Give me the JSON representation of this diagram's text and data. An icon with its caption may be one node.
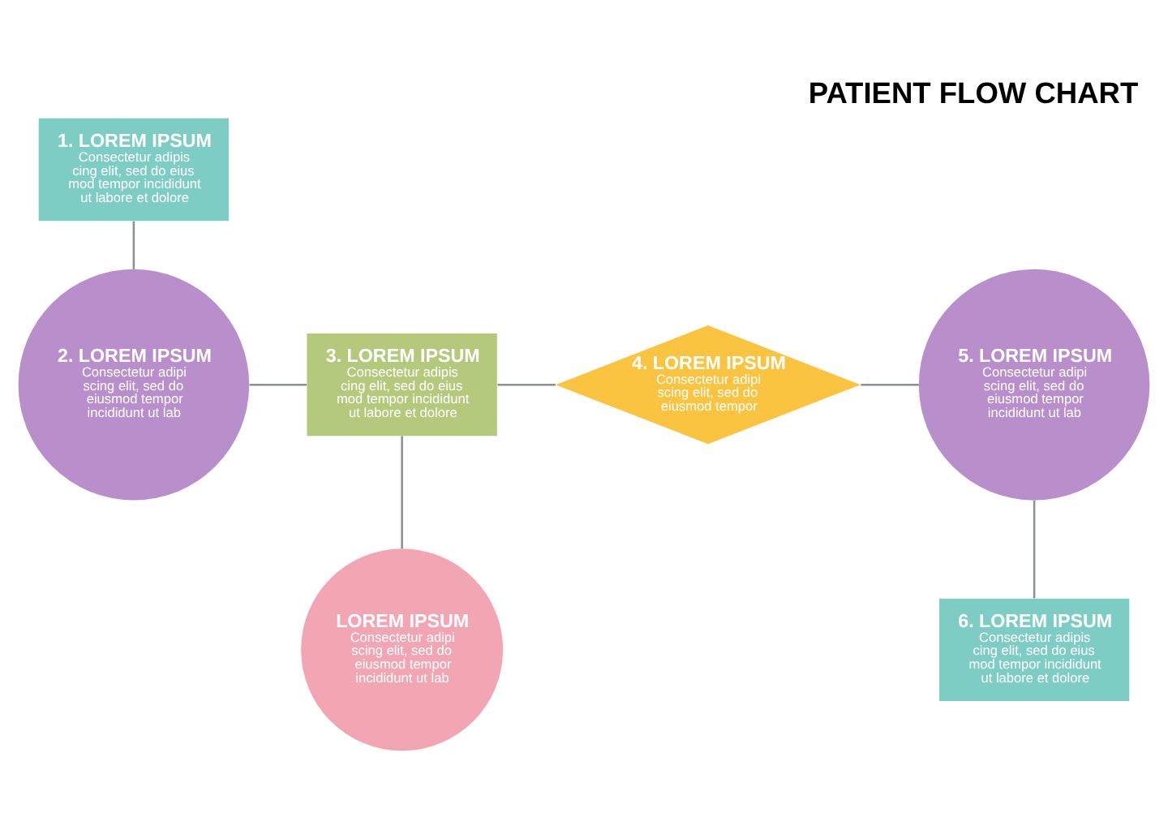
{
  "diagram": {
    "title": "PATIENT FLOW CHART",
    "nodes": [
      {
        "text": [
          "1. LOREM IPSUM",
          "Consectetur adipis cing elit, sed do eius mod tempor incididunt ut labore et dolore"
        ]
      },
      {
        "text": [
          "2. LOREM IPSUM",
          "Consectetur adipi scing elit, sed do eiusmod tempor incididunt ut lab"
        ]
      },
      {
        "text": [
          "3. LOREM IPSUM",
          "Consectetur adipis cing elit, sed do eius mod tempor incididunt ut labore et dolore"
        ]
      },
      {
        "text": [
          "4. LOREM IPSUM",
          "Consectetur adipi scing elit, sed do eiusmod tempor"
        ]
      },
      {
        "text": [
          "5. LOREM IPSUM",
          "Consectetur adipi scing elit, sed do eiusmod tempor incididunt ut lab"
        ]
      },
      {
        "text": [
          "6. LOREM IPSUM",
          "Consectetur adipis cing elit, sed do eius mod tempor incididunt ut labore et dolore"
        ]
      },
      {
        "text": [
          "LOREM IPSUM",
          "Consectetur adipi scing elit, sed do eiusmod tempor incididunt ut lab"
        ]
      }
    ],
    "edges": [
      {
        "from": 0,
        "to": 1,
        "arrow": "none"
      },
      {
        "from": 1,
        "to": 2,
        "arrow": "none"
      },
      {
        "from": 2,
        "to": 3,
        "arrow": "none"
      },
      {
        "from": 3,
        "to": 4,
        "arrow": "none"
      },
      {
        "from": 4,
        "to": 5,
        "arrow": "none"
      },
      {
        "from": 2,
        "to": 6,
        "arrow": "none"
      }
    ]
  }
}
